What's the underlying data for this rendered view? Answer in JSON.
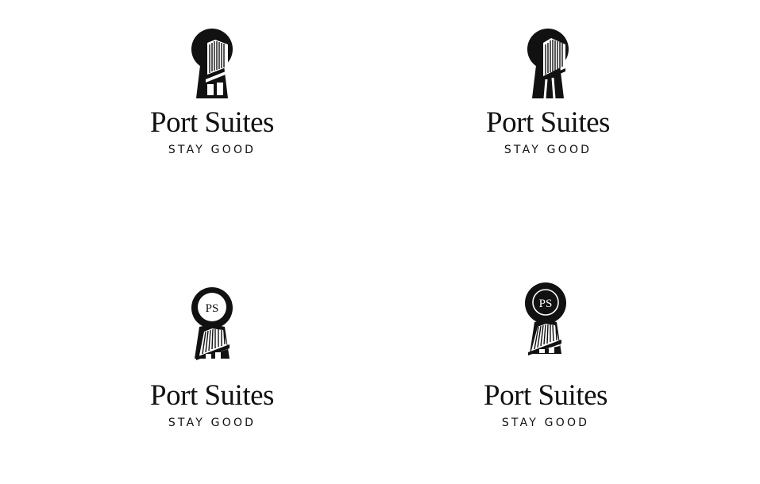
{
  "logos": [
    {
      "variant": "keyhole-bridge",
      "brand_name": "Port Suites",
      "tagline": "STAY GOOD"
    },
    {
      "variant": "keyhole-bridge-road",
      "brand_name": "Port Suites",
      "tagline": "STAY GOOD"
    },
    {
      "variant": "keyhole-monogram-outline",
      "brand_name": "Port Suites",
      "tagline": "STAY GOOD",
      "monogram": "PS"
    },
    {
      "variant": "keyhole-monogram-solid",
      "brand_name": "Port Suites",
      "tagline": "STAY GOOD",
      "monogram": "PS"
    }
  ],
  "colors": {
    "ink": "#111111",
    "background": "#ffffff"
  }
}
